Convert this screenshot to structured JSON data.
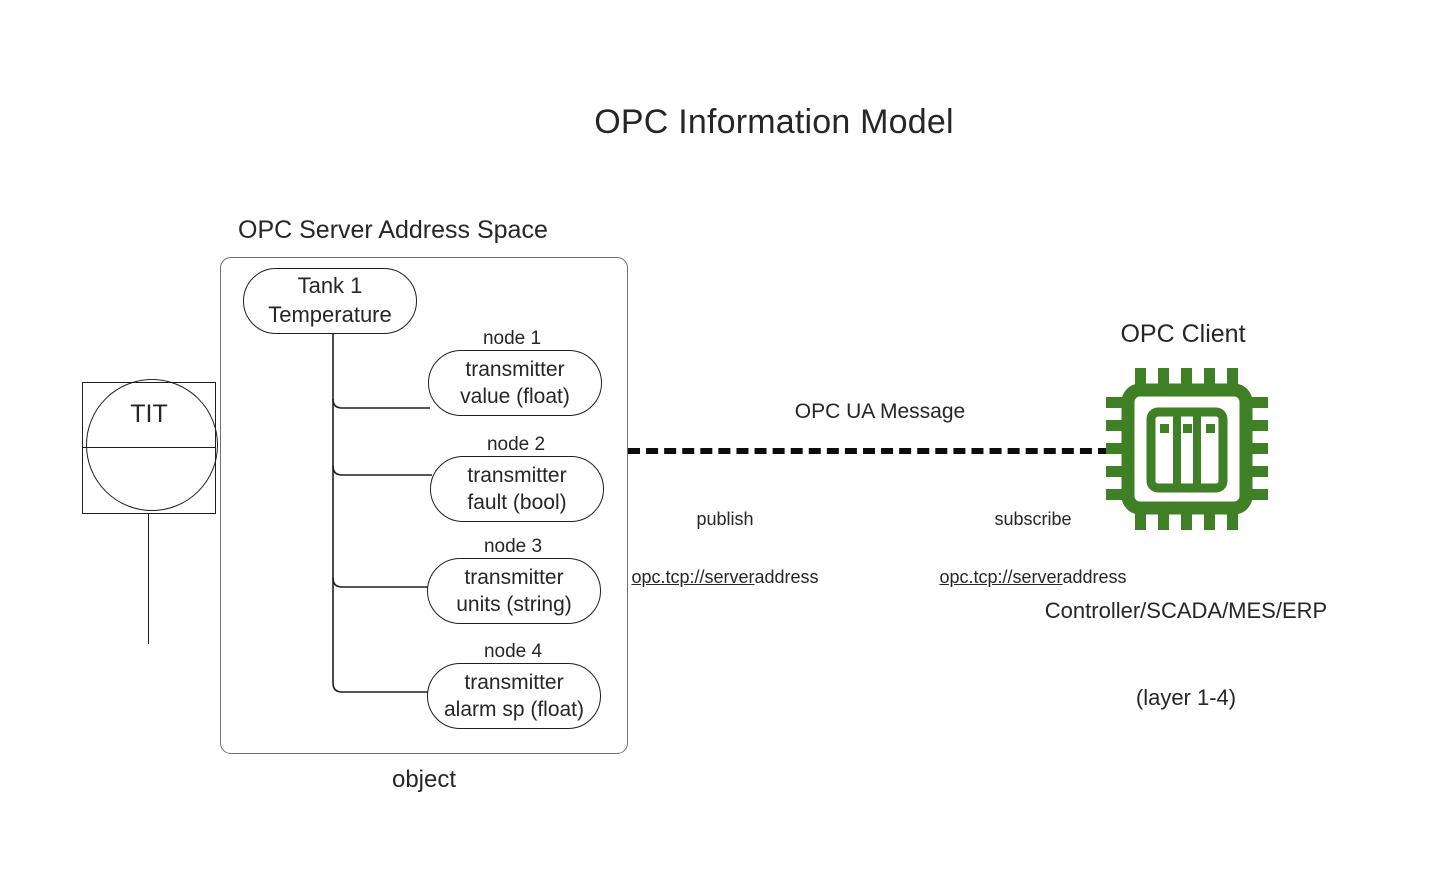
{
  "diagram": {
    "title": "OPC Information Model",
    "background_color": "#ffffff",
    "stroke_color": "#1f1f1f",
    "accent_color": "#3f7f26"
  },
  "field_device": {
    "tag": "TIT",
    "symbol": "instrument-balloon"
  },
  "server": {
    "heading": "OPC Server Address Space",
    "caption": "object",
    "root_object": {
      "line1": "Tank 1",
      "line2": "Temperature"
    },
    "nodes": [
      {
        "label": "node 1",
        "line1": "transmitter",
        "line2": "value (float)"
      },
      {
        "label": "node 2",
        "line1": "transmitter",
        "line2": "fault (bool)"
      },
      {
        "label": "node 3",
        "line1": "transmitter",
        "line2": "units (string)"
      },
      {
        "label": "node 4",
        "line1": "transmitter",
        "line2": "alarm sp (float)"
      }
    ]
  },
  "transport": {
    "message_label": "OPC UA Message",
    "publish": {
      "action": "publish",
      "url_linked": "opc.tcp://server",
      "url_plain": "address"
    },
    "subscribe": {
      "action": "subscribe",
      "url_linked": "opc.tcp://server",
      "url_plain": "address"
    }
  },
  "client": {
    "heading": "OPC Client",
    "icon": "cpu-chip-icon",
    "role_line1": "Controller/SCADA/MES/ERP",
    "role_line2": "(layer 1-4)"
  }
}
